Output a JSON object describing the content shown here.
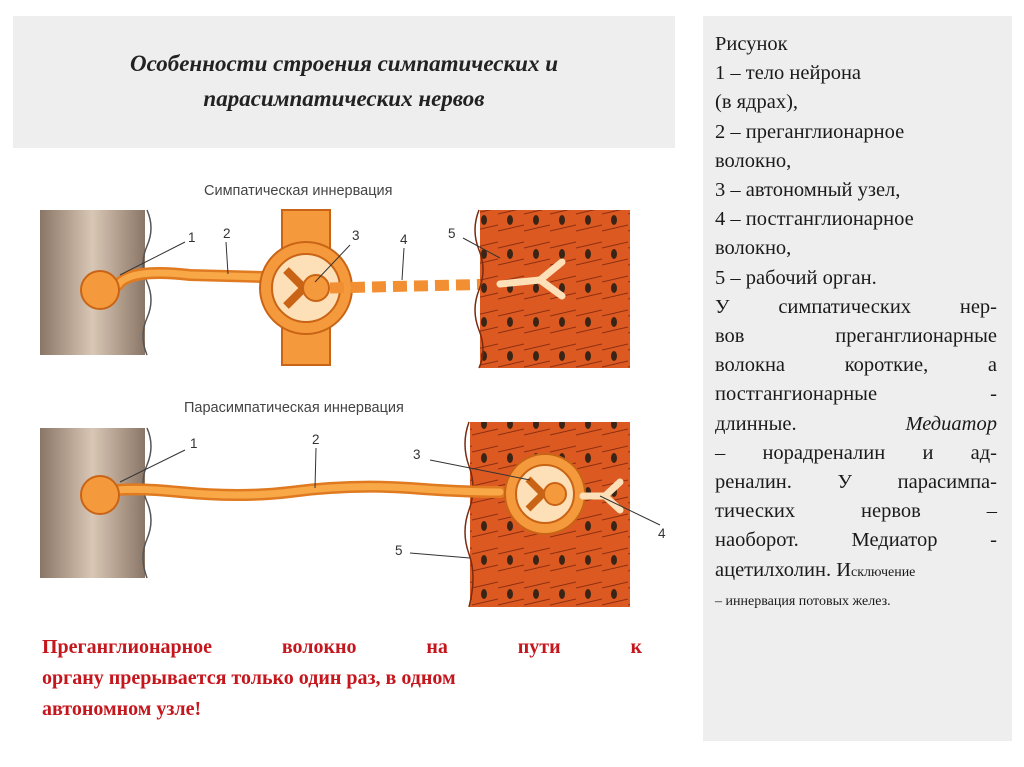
{
  "title": {
    "line1": "Особенности строения симпатических и",
    "line2": "парасимпатических нервов"
  },
  "diagram": {
    "sympathetic_caption": "Симпатическая иннервация",
    "parasympathetic_caption": "Парасимпатическая иннервация",
    "labels": [
      "1",
      "2",
      "3",
      "4",
      "5"
    ]
  },
  "legend": {
    "heading": "Рисунок",
    "items": [
      "1 – тело нейрона",
      "(в ядрах),",
      "2 – преганглионарное",
      "волокно,",
      "3 – автономный узел,",
      "4 – постганглионарное",
      "волокно,",
      "5 – рабочий орган."
    ],
    "desc_lines": [
      "У симпатических нер-",
      "вов преганглионарные",
      "волокна короткие, а",
      "постгангионарные -"
    ],
    "desc_plain_5": "длинные.",
    "desc_italic_5": "Медиатор",
    "desc_lines_b": [
      "– норадреналин и ад-",
      "реналин. У парасимпа-",
      "тических нервов –",
      "наоборот. Медиатор -"
    ],
    "desc_l10_a": "ацетилхолин. И",
    "desc_l10_b": "сключение",
    "desc_l11": "– иннервация потовых желез."
  },
  "note": {
    "line1": "Преганглионарное волокно на пути к",
    "line2": "органу прерывается только один раз, в одном",
    "line3": "автономном узле!"
  },
  "colors": {
    "title_box_bg": "#eeeeee",
    "side_box_bg": "#eeeeee",
    "note_text": "#c4161c",
    "neuron_fill": "#f59a3c",
    "organ_fill": "#d9531e"
  }
}
